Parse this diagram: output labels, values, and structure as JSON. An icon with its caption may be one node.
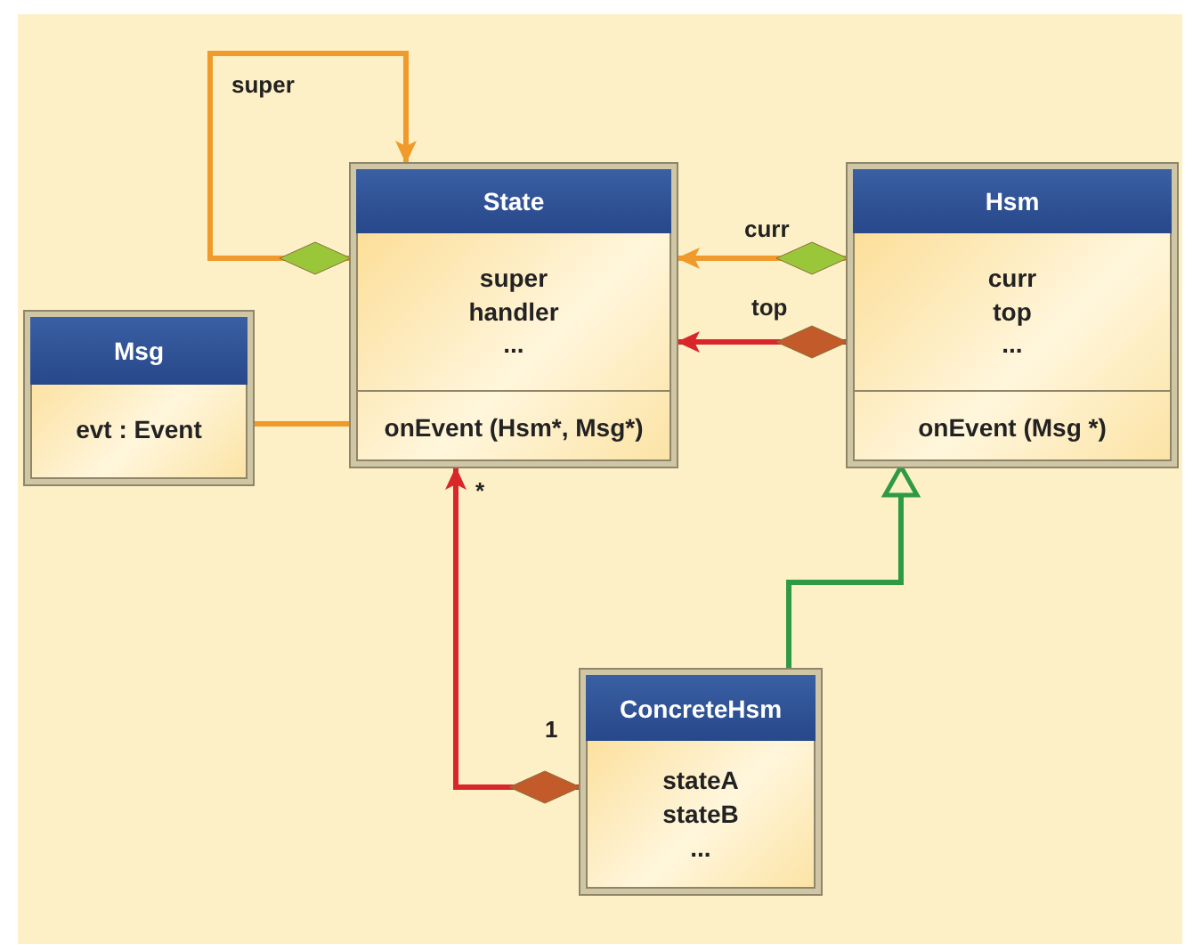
{
  "diagram": {
    "nodes": [
      {
        "text": [
          "State",
          "super handler ...",
          "onEvent (Hsm*, Msg*)"
        ]
      },
      {
        "text": [
          "Msg",
          "evt : Event"
        ]
      },
      {
        "text": [
          "Hsm",
          "curr top ...",
          "onEvent (Msg *)"
        ]
      },
      {
        "text": [
          "ConcreteHsm",
          "stateA stateB ..."
        ]
      }
    ],
    "edges": [
      {
        "from": 0,
        "to": 0,
        "arrow": "to",
        "label": "super"
      },
      {
        "from": 2,
        "to": 0,
        "arrow": "to",
        "label": "curr"
      },
      {
        "from": 2,
        "to": 0,
        "arrow": "to",
        "label": "top",
        "color": "#d8262b"
      },
      {
        "from": 1,
        "to": 0,
        "arrow": "none"
      },
      {
        "from": 3,
        "to": 0,
        "arrow": "to",
        "color": "#d8262b"
      },
      {
        "from": 3,
        "to": 2,
        "arrow": "to",
        "color": "#2e9a44"
      }
    ],
    "labels": [
      "*",
      "1"
    ]
  }
}
